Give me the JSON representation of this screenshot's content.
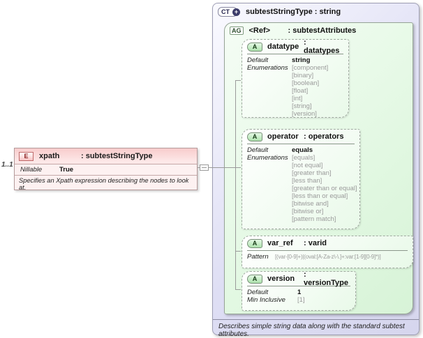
{
  "colors": {
    "ct_fill": "#dedef4",
    "ag_fill": "#e2f8e2",
    "attr_fill": "#f2fcf2",
    "element_fill": "#fdf1f1",
    "element_header": "#f8cccc",
    "badge_green": "#aee2ae",
    "badge_pink": "#f8c4c4",
    "connector": "#9a9a9a"
  },
  "element": {
    "badge": "E",
    "name": "xpath",
    "type": ": subtestStringType",
    "cardinality": "1..1",
    "nillable_label": "Nillable",
    "nillable_value": "True",
    "doc": "Specifies an Xpath expression describing the nodes to look at.",
    "collapse_glyph": "-"
  },
  "ct": {
    "badge": "CT",
    "expand_glyph": "+",
    "title": "subtestStringType : string",
    "doc": "Describes simple string data along with the standard subtest attributes.",
    "ag": {
      "badge": "AG",
      "name": "<Ref>",
      "type": ": subtestAttributes",
      "attributes": [
        {
          "badge": "A",
          "name": "datatype",
          "type": ": datatypes",
          "default_label": "Default",
          "default": "string",
          "enums_label": "Enumerations",
          "enums": [
            "[component]",
            "[binary]",
            "[boolean]",
            "[float]",
            "[int]",
            "[string]",
            "[version]"
          ]
        },
        {
          "badge": "A",
          "name": "operator",
          "type": ": operators",
          "default_label": "Default",
          "default": "equals",
          "enums_label": "Enumerations",
          "enums": [
            "[equals]",
            "[not equal]",
            "[greater than]",
            "[less than]",
            "[greater than or equal]",
            "[less than or equal]",
            "[bitwise and]",
            "[bitwise or]",
            "[pattern match]"
          ]
        },
        {
          "badge": "A",
          "name": "var_ref",
          "type": ": varid",
          "pattern_label": "Pattern",
          "pattern": "[(var-[0-9]+)|(oval:[A-Za-z\\-\\.]+:var:[1-9][0-9]*)]"
        },
        {
          "badge": "A",
          "name": "version",
          "type": ": versionType",
          "default_label": "Default",
          "default": "1",
          "min_inclusive_label": "Min Inclusive",
          "min_inclusive": "[1]"
        }
      ]
    }
  }
}
